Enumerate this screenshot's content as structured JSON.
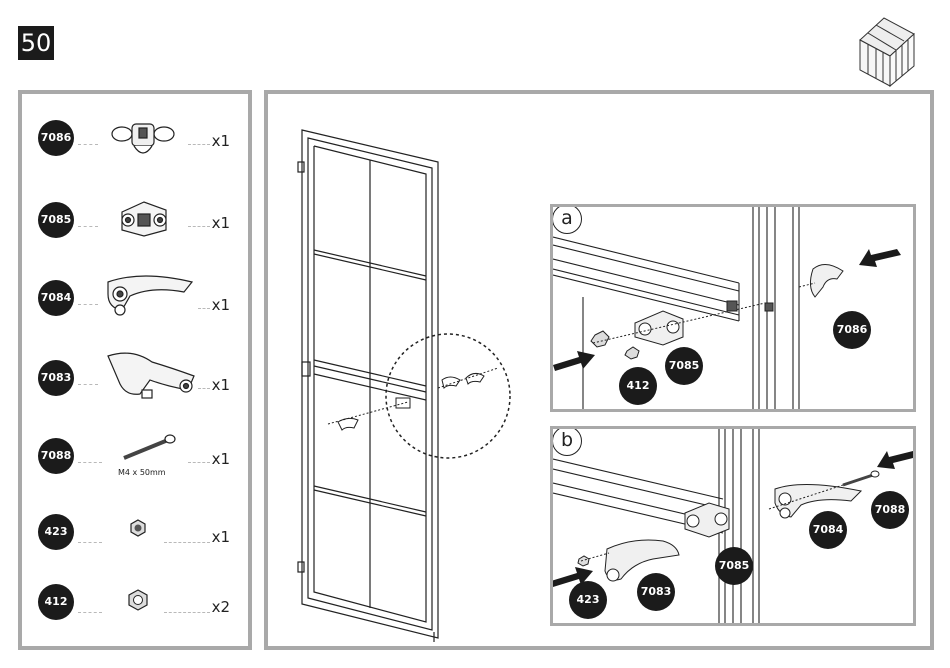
{
  "step": {
    "number": "50"
  },
  "parts": [
    {
      "code": "7086",
      "qty": "x1"
    },
    {
      "code": "7085",
      "qty": "x1"
    },
    {
      "code": "7084",
      "qty": "x1"
    },
    {
      "code": "7083",
      "qty": "x1"
    },
    {
      "code": "7088",
      "qty": "x1",
      "note": "M4 x 50mm"
    },
    {
      "code": "423",
      "qty": "x1"
    },
    {
      "code": "412",
      "qty": "x2"
    }
  ],
  "detail_a": {
    "label": "a",
    "callouts": [
      "7086",
      "7085",
      "412"
    ]
  },
  "detail_b": {
    "label": "b",
    "callouts": [
      "7088",
      "7084",
      "7085",
      "423",
      "7083"
    ]
  }
}
